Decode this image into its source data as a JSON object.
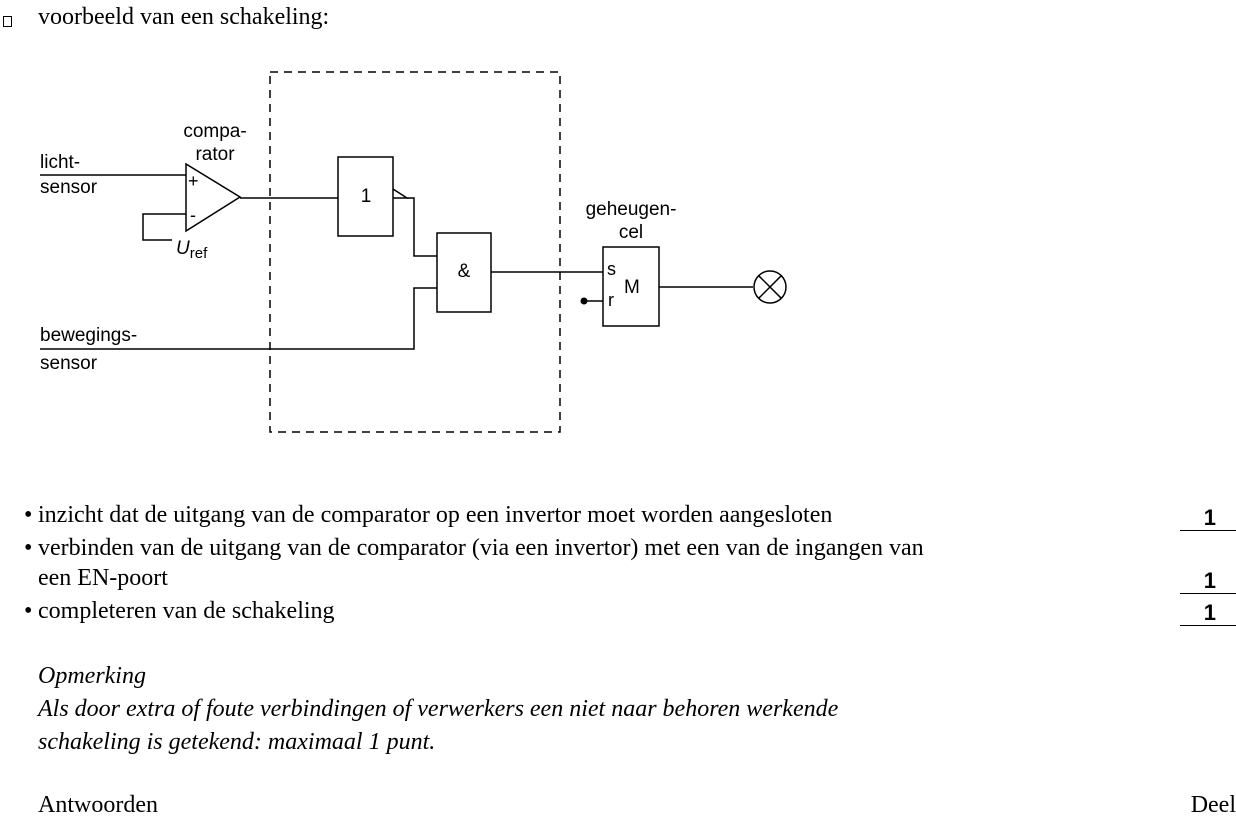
{
  "heading": "voorbeeld van een schakeling:",
  "diagram": {
    "comparator_label_1": "compa-",
    "comparator_label_2": "rator",
    "plus": "+",
    "minus": "-",
    "uref_main": "U",
    "uref_sub": "ref",
    "light_sensor_1": "licht-",
    "light_sensor_2": "sensor",
    "motion_sensor_1": "bewegings-",
    "motion_sensor_2": "sensor",
    "inverter_label": "1",
    "and_label": "&",
    "memory_label_1": "geheugen-",
    "memory_label_2": "cel",
    "memory_s": "s",
    "memory_r": "r",
    "memory_m": "M"
  },
  "criteria": [
    {
      "text": "inzicht dat de uitgang van de comparator op een invertor moet worden aangesloten",
      "points": "1"
    },
    {
      "text_line1": "verbinden van de uitgang van de comparator (via een invertor) met een van de ingangen van",
      "text_line2": "een EN-poort",
      "points": "1"
    },
    {
      "text": "completeren van de schakeling",
      "points": "1"
    }
  ],
  "note": {
    "title": "Opmerking",
    "line1": "Als door extra of foute verbindingen of verwerkers een niet naar behoren werkende",
    "line2": "schakeling is getekend: maximaal 1 punt."
  },
  "footer": {
    "left": "Antwoorden",
    "right": "Deel"
  }
}
